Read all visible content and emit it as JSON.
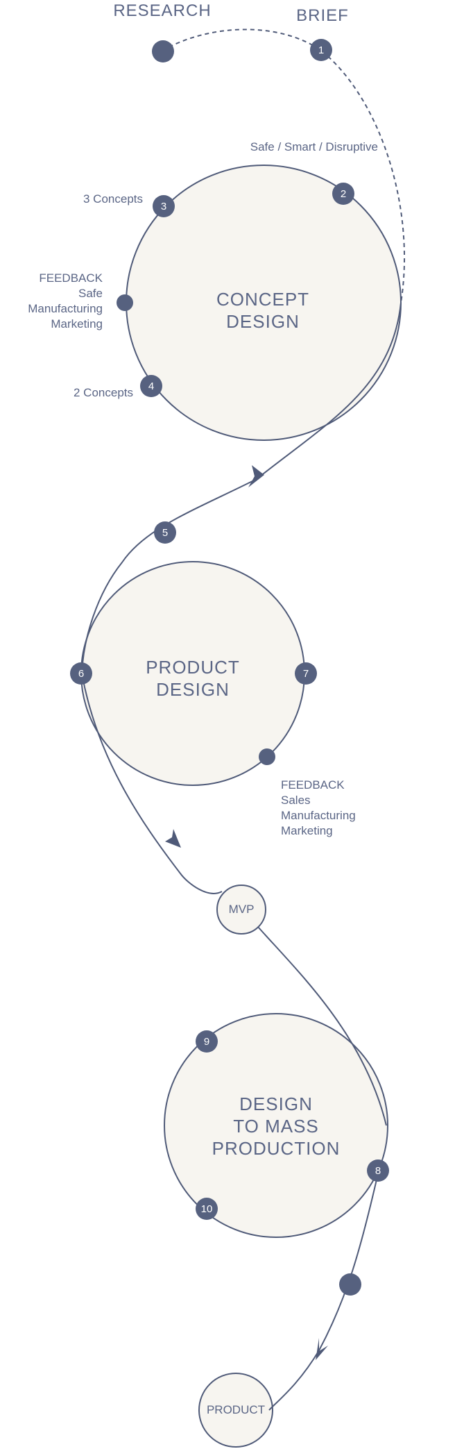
{
  "headers": {
    "research": "RESEARCH",
    "brief": "BRIEF"
  },
  "stages": {
    "concept": [
      "CONCEPT",
      "DESIGN"
    ],
    "product": [
      "PRODUCT",
      "DESIGN"
    ],
    "mass": [
      "DESIGN",
      "TO MASS",
      "PRODUCTION"
    ],
    "mvp": "MVP",
    "final": "PRODUCT"
  },
  "steps": [
    "1",
    "2",
    "3",
    "4",
    "5",
    "6",
    "7",
    "8",
    "9",
    "10"
  ],
  "annotations": {
    "brief_criteria": "Safe / Smart / Disruptive",
    "three_concepts": "3 Concepts",
    "two_concepts": "2 Concepts",
    "concept_feedback": [
      "FEEDBACK",
      "Safe",
      "Manufacturing",
      "Marketing"
    ],
    "product_feedback": [
      "FEEDBACK",
      "Sales",
      "Manufacturing",
      "Marketing"
    ]
  },
  "colors": {
    "accent": "#56617f",
    "stage_fill": "#f7f5f0",
    "text": "#5a6585"
  }
}
